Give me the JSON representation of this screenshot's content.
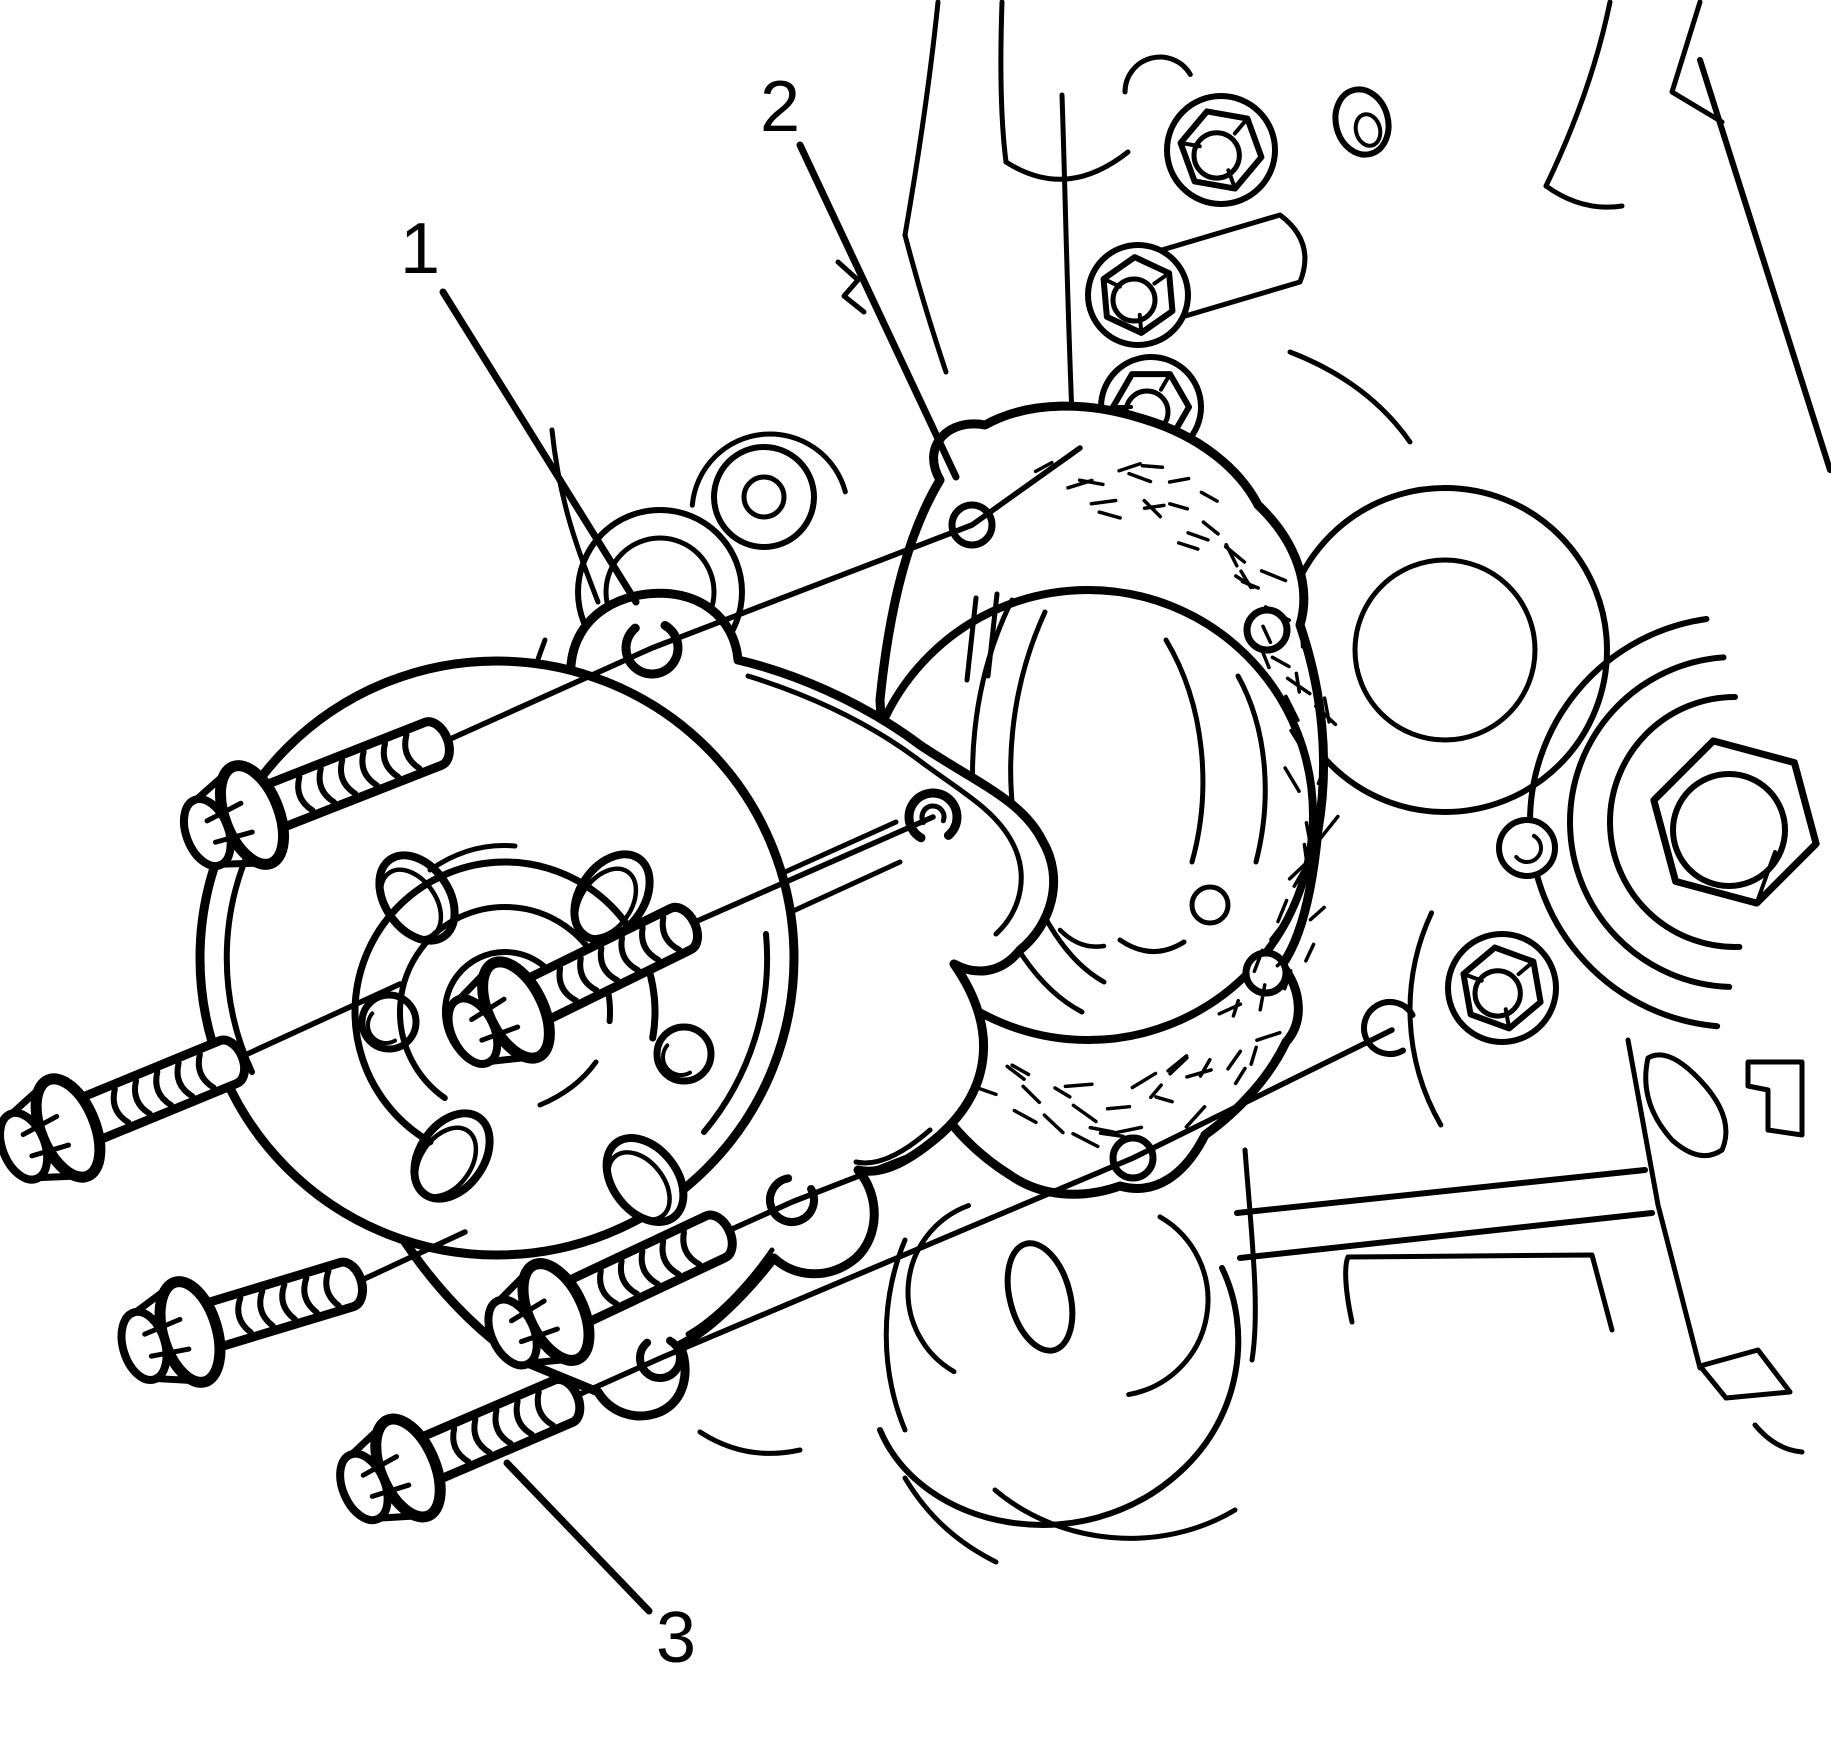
{
  "diagram": {
    "type": "exploded-parts-illustration",
    "subject": "water pump, gasket and bolts on engine front cover",
    "style": "black line art on white"
  },
  "callouts": [
    {
      "number": "1"
    },
    {
      "number": "2"
    },
    {
      "number": "3"
    }
  ],
  "colors": {
    "line_color": "#000000",
    "background": "#ffffff"
  }
}
